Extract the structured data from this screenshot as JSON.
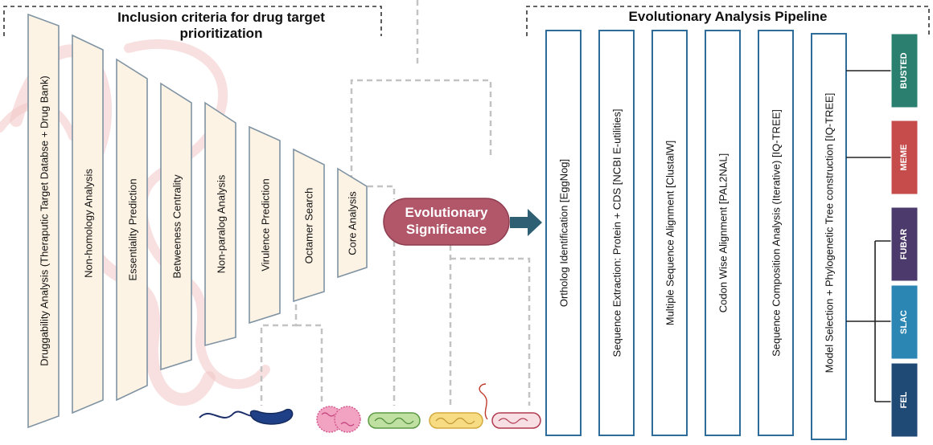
{
  "left_panel": {
    "title_line1": "Inclusion criteria for drug target",
    "title_line2": "prioritization",
    "steps": [
      "Druggability Analysis (Theraputic Target Databse + Drug Bank)",
      "Non-homology Analysis",
      "Essentiality Prediction",
      "Betweeness Centrality",
      "Non-paralog Analysis",
      "Virulence Prediction",
      "Octamer Search",
      "Core Analysis"
    ]
  },
  "center": {
    "label_line1": "Evolutionary",
    "label_line2": "Significance"
  },
  "right_panel": {
    "title": "Evolutionary Analysis Pipeline",
    "steps": [
      "Ortholog Identification [EggNog]",
      "Sequence Extraction: Protein + CDS  [NCBI E-utilities]",
      "Multiple Sequence Alignment [ClustalW]",
      "Codon Wise Alignment [PAL2NAL]",
      "Sequence Composition Analysis (Iterative) [IQ-TREE]",
      "Model Selection + Phylogenetic Tree construction [IQ-TREE]"
    ],
    "methods": [
      {
        "label": "BUSTED",
        "color": "#2a7f6f"
      },
      {
        "label": "MEME",
        "color": "#c64b4b"
      },
      {
        "label": "FUBAR",
        "color": "#4b3a6b"
      },
      {
        "label": "SLAC",
        "color": "#2b86b3"
      },
      {
        "label": "FEL",
        "color": "#1f4a75"
      }
    ]
  },
  "colors": {
    "funnel_fill": "#fdf3e4",
    "funnel_stroke": "#7f93a3",
    "pill": "#b2566a",
    "arrow": "#2e5f73",
    "box_stroke": "#2e6c9a"
  }
}
